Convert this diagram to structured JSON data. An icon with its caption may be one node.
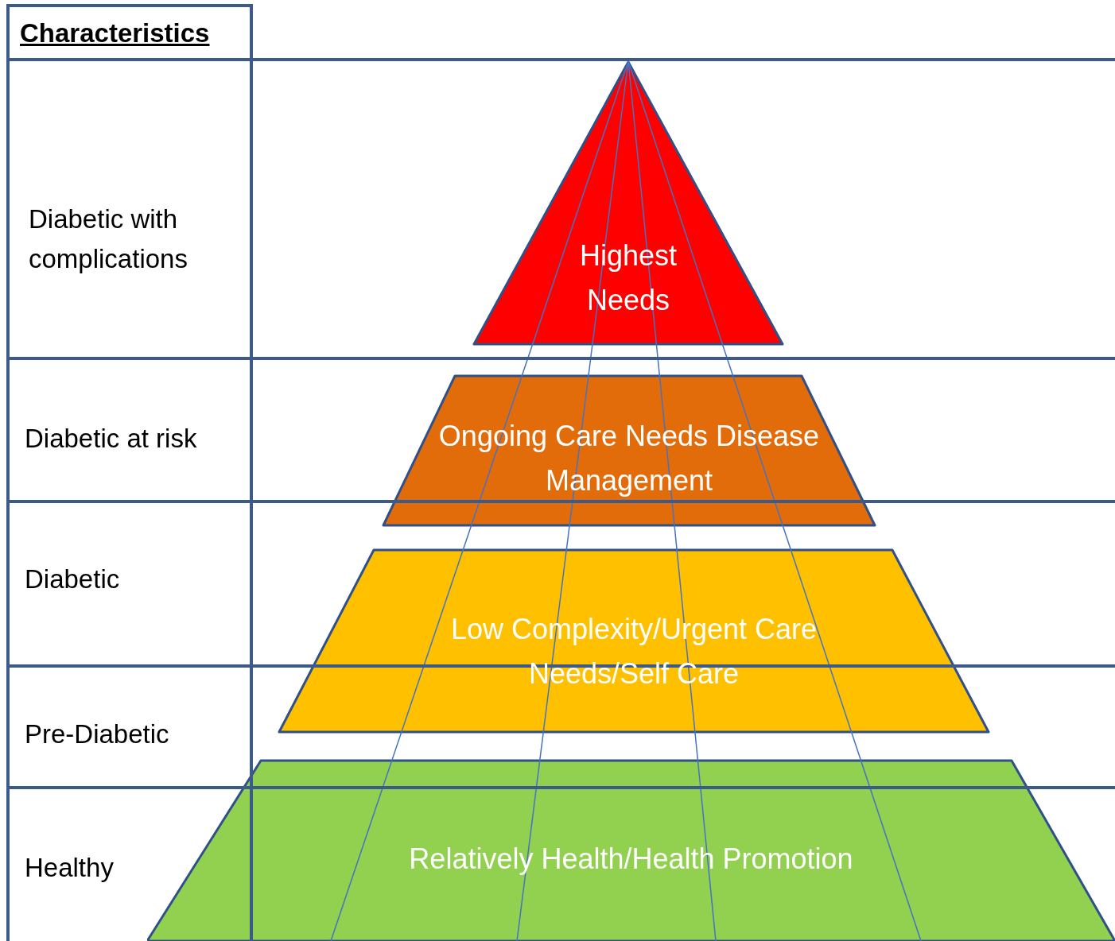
{
  "diagram": {
    "nodes": [
      {
        "text": [
          "Characteristics"
        ]
      },
      {
        "text": [
          "Diabetic with complications"
        ]
      },
      {
        "text": [
          "Diabetic at risk"
        ]
      },
      {
        "text": [
          "Diabetic"
        ]
      },
      {
        "text": [
          "Pre-Diabetic"
        ]
      },
      {
        "text": [
          "Healthy"
        ]
      },
      {
        "text": [
          "Highest Needs"
        ]
      },
      {
        "text": [
          "Ongoing Care Needs Disease Management"
        ]
      },
      {
        "text": [
          "Low Complexity/Urgent Care Needs/Self Care"
        ]
      },
      {
        "text": [
          "Relatively Health/Health Promotion"
        ]
      }
    ]
  }
}
